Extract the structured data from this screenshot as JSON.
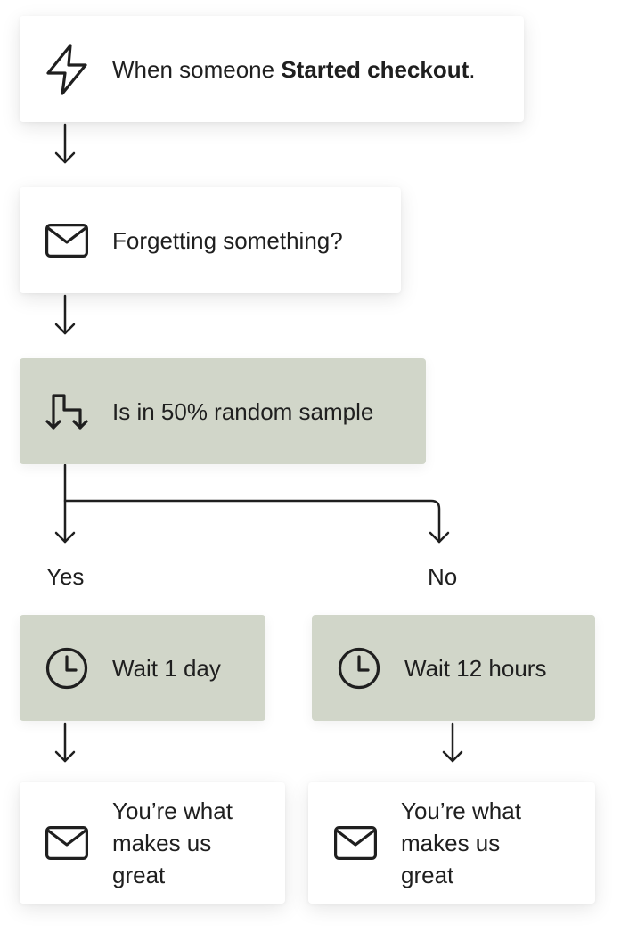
{
  "trigger": {
    "prefix": "When someone ",
    "event": "Started checkout",
    "suffix": ".",
    "icon": "lightning-icon"
  },
  "email_1": {
    "label": "Forgetting something?",
    "icon": "envelope-icon"
  },
  "split": {
    "label": "Is in 50% random sample",
    "icon": "split-branch-icon"
  },
  "branches": {
    "yes_label": "Yes",
    "no_label": "No"
  },
  "wait_yes": {
    "label": "Wait 1 day",
    "icon": "clock-icon"
  },
  "wait_no": {
    "label": "Wait 12 hours",
    "icon": "clock-icon"
  },
  "email_yes": {
    "label": "You’re what makes us great",
    "icon": "envelope-icon"
  },
  "email_no": {
    "label": "You’re what makes us great",
    "icon": "envelope-icon"
  },
  "colors": {
    "card_background": "#ffffff",
    "logic_background": "#d1d6c9",
    "stroke": "#1f1f1f"
  }
}
